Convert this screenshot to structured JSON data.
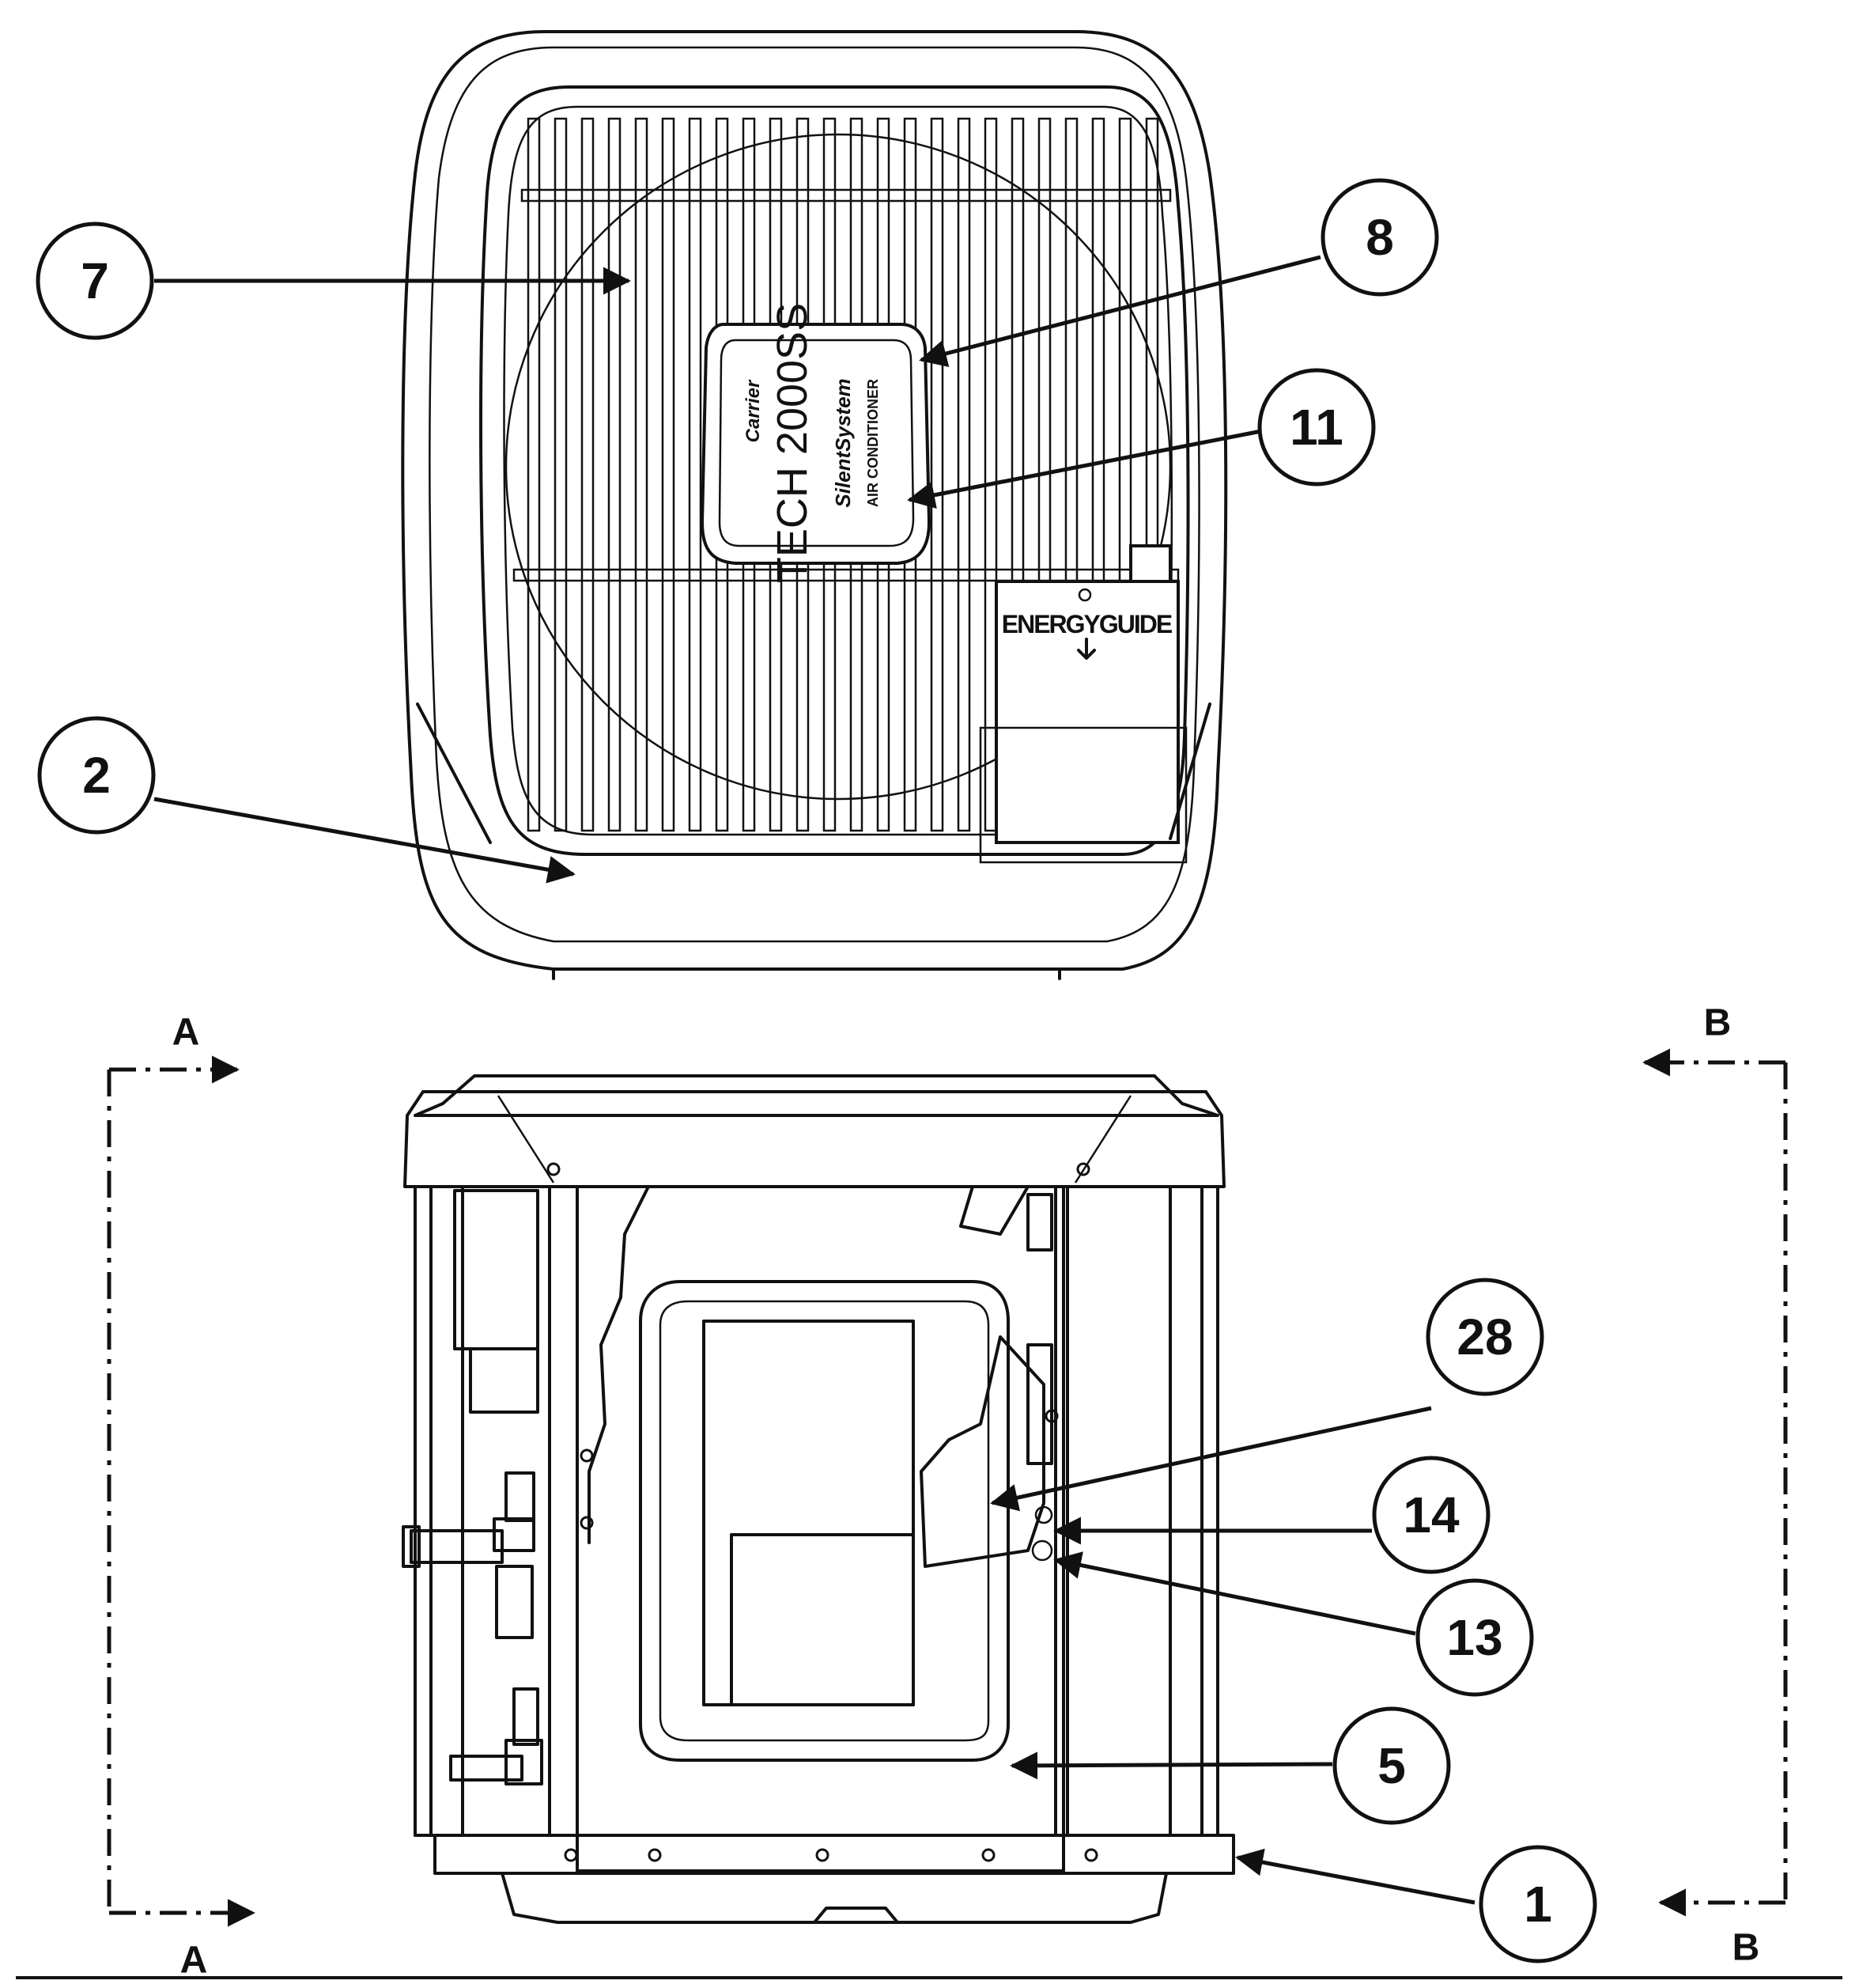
{
  "callouts": [
    {
      "id": "1",
      "label": "1"
    },
    {
      "id": "2",
      "label": "2"
    },
    {
      "id": "5",
      "label": "5"
    },
    {
      "id": "7",
      "label": "7"
    },
    {
      "id": "8",
      "label": "8"
    },
    {
      "id": "11",
      "label": "11"
    },
    {
      "id": "13",
      "label": "13"
    },
    {
      "id": "14",
      "label": "14"
    },
    {
      "id": "28",
      "label": "28"
    }
  ],
  "section_marks": {
    "a_top": "A",
    "a_bottom": "A",
    "b_top": "B",
    "b_bottom": "B"
  },
  "logo": {
    "brand": "Carrier",
    "model": "TECH 2000SS",
    "line": "SilentSystem",
    "sub1": "AIR CONDITIONER"
  },
  "energy_label": "ENERGYGUIDE"
}
